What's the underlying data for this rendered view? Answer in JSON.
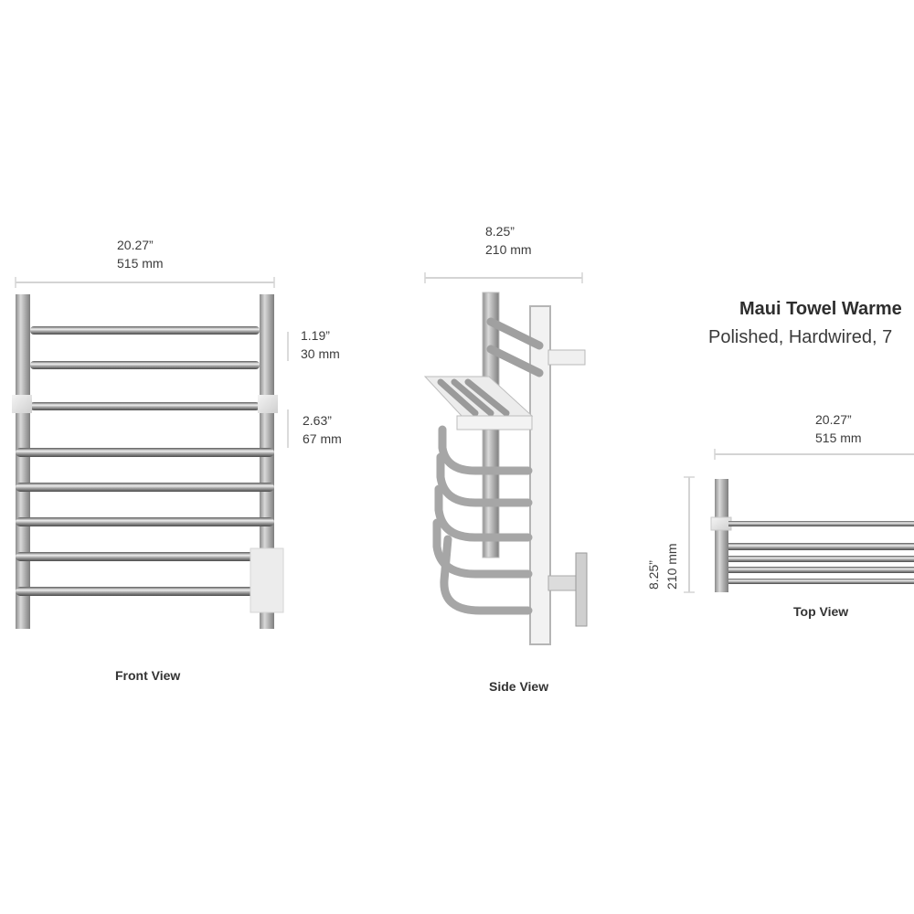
{
  "title": "Maui Towel Warme",
  "subtitle": "Polished, Hardwired, 7",
  "front_view": {
    "caption": "Front View",
    "width_in": "20.27”",
    "width_mm": "515 mm",
    "spacing_small_in": "1.19”",
    "spacing_small_mm": "30 mm",
    "spacing_large_in": "2.63”",
    "spacing_large_mm": "67 mm"
  },
  "side_view": {
    "caption": "Side View",
    "depth_in": "8.25”",
    "depth_mm": "210 mm"
  },
  "top_view": {
    "caption": "Top View",
    "width_in": "20.27”",
    "width_mm": "515 mm",
    "depth_in": "8.25”",
    "depth_mm": "210 mm"
  }
}
